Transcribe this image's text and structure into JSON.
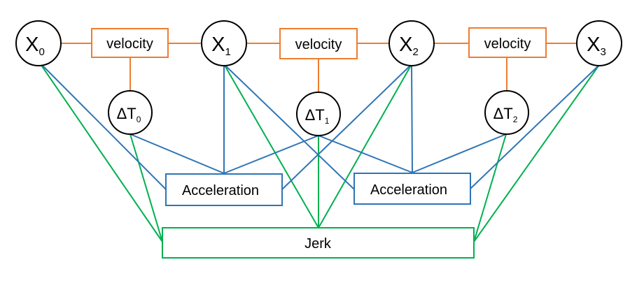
{
  "colors": {
    "velocity": "#ed7d31",
    "acceleration": "#2e75b6",
    "jerk": "#00b050",
    "node_stroke": "#000000"
  },
  "state_nodes": [
    {
      "main": "X",
      "sub": "0"
    },
    {
      "main": "X",
      "sub": "1"
    },
    {
      "main": "X",
      "sub": "2"
    },
    {
      "main": "X",
      "sub": "3"
    }
  ],
  "dt_nodes": [
    {
      "main": "ΔT",
      "sub": "0"
    },
    {
      "main": "ΔT",
      "sub": "1"
    },
    {
      "main": "ΔT",
      "sub": "2"
    }
  ],
  "velocity_boxes": [
    {
      "label": "velocity"
    },
    {
      "label": "velocity"
    },
    {
      "label": "velocity"
    }
  ],
  "acceleration_boxes": [
    {
      "label": "Acceleration"
    },
    {
      "label": "Acceleration"
    }
  ],
  "jerk_box": {
    "label": "Jerk"
  }
}
